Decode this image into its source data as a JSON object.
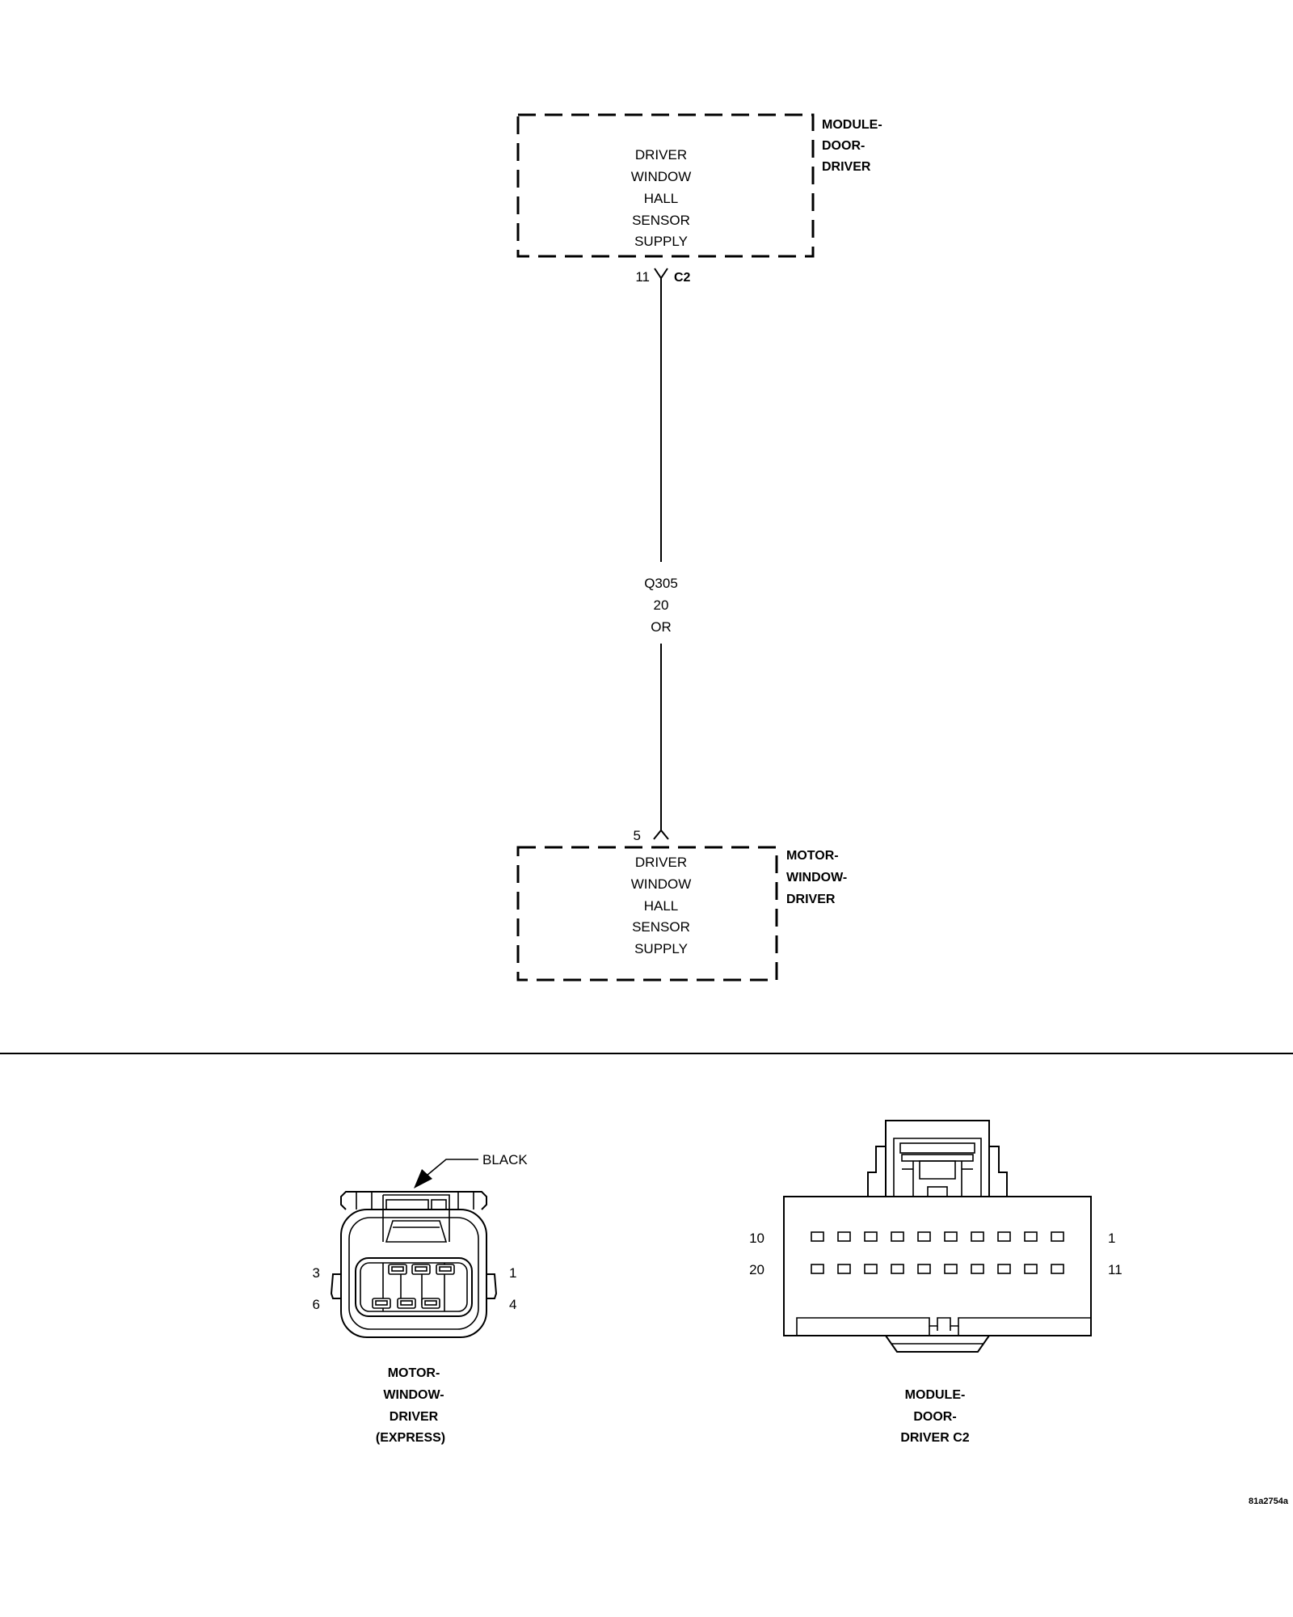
{
  "colors": {
    "ink": "#000000",
    "background": "#ffffff"
  },
  "top_module": {
    "name_lines": [
      "MODULE-",
      "DOOR-",
      "DRIVER"
    ],
    "function_lines": [
      "DRIVER",
      "WINDOW",
      "HALL",
      "SENSOR",
      "SUPPLY"
    ],
    "pin": "11",
    "connector": "C2"
  },
  "wire": {
    "circuit": "Q305",
    "gauge": "20",
    "color": "OR"
  },
  "bottom_module": {
    "name_lines": [
      "MOTOR-",
      "WINDOW-",
      "DRIVER"
    ],
    "function_lines": [
      "DRIVER",
      "WINDOW",
      "HALL",
      "SENSOR",
      "SUPPLY"
    ],
    "pin": "5"
  },
  "connector_left": {
    "color_label": "BLACK",
    "pins": {
      "top_left": "3",
      "top_right": "1",
      "bottom_left": "6",
      "bottom_right": "4"
    },
    "caption_lines": [
      "MOTOR-",
      "WINDOW-",
      "DRIVER",
      "(EXPRESS)"
    ]
  },
  "connector_right": {
    "pins": {
      "top_left": "10",
      "top_right": "1",
      "bottom_left": "20",
      "bottom_right": "11"
    },
    "caption_lines": [
      "MODULE-",
      "DOOR-",
      "DRIVER C2"
    ]
  },
  "figure_id": "81a2754a"
}
